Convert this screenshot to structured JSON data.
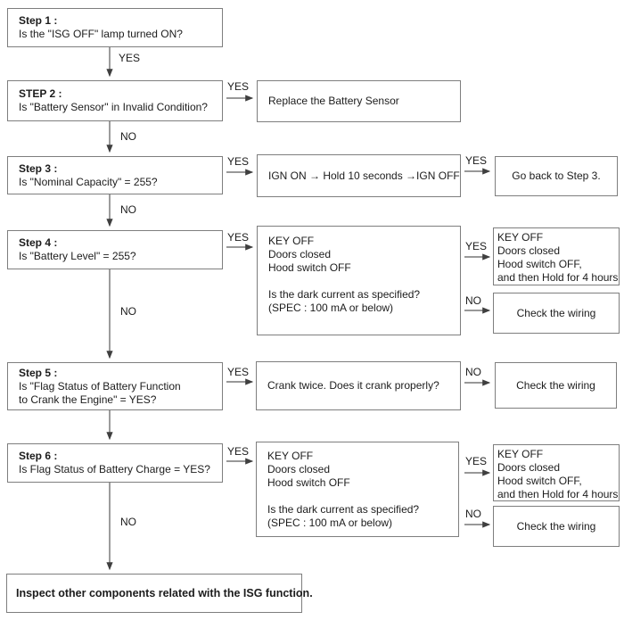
{
  "colors": {
    "background": "#ffffff",
    "box_border": "#7e7e7e",
    "arrow": "#3f3f3f",
    "text": "#1c1c1c"
  },
  "labels": {
    "yes": "YES",
    "no": "NO"
  },
  "boxes": {
    "step1": {
      "heading": "Step 1 :",
      "question": "Is the \"ISG OFF\" lamp turned ON?"
    },
    "step2": {
      "heading": "STEP 2 :",
      "question": "Is \"Battery Sensor\" in Invalid Condition?"
    },
    "replace_sensor": {
      "text": "Replace the Battery Sensor"
    },
    "step3": {
      "heading": "Step 3 :",
      "question": "Is \"Nominal Capacity\" = 255?"
    },
    "ign_cycle": {
      "text": "IGN ON → Hold 10 seconds →IGN OFF"
    },
    "go_back": {
      "text": "Go back to Step 3."
    },
    "step4": {
      "heading": "Step 4 :",
      "question": "Is \"Battery Level\" = 255?"
    },
    "dark_current_1": {
      "lines": [
        "KEY OFF",
        "Doors closed",
        "Hood switch OFF",
        "",
        "Is the dark current as specified?",
        "(SPEC : 100 mA or below)"
      ]
    },
    "hold_4h_1": {
      "lines": [
        "KEY OFF",
        "Doors closed",
        "Hood switch OFF,",
        "and then Hold for 4 hours"
      ]
    },
    "check_wiring_1": {
      "text": "Check the wiring"
    },
    "step5": {
      "heading": "Step 5 :",
      "question_line1": "Is \"Flag Status of Battery Function",
      "question_line2": "to Crank the Engine\" = YES?"
    },
    "crank": {
      "text": "Crank twice. Does it crank properly?"
    },
    "check_wiring_2": {
      "text": "Check the wiring"
    },
    "step6": {
      "heading": "Step 6 :",
      "question": "Is Flag Status of Battery Charge = YES?"
    },
    "dark_current_2": {
      "lines": [
        "KEY OFF",
        "Doors closed",
        "Hood switch OFF",
        "",
        "Is the dark current as specified?",
        "(SPEC : 100 mA or below)"
      ]
    },
    "hold_4h_2": {
      "lines": [
        "KEY OFF",
        "Doors closed",
        "Hood switch OFF,",
        "and then Hold for 4 hours"
      ]
    },
    "check_wiring_3": {
      "text": "Check the wiring"
    },
    "final": {
      "text": "Inspect other components related with the ISG function."
    }
  }
}
